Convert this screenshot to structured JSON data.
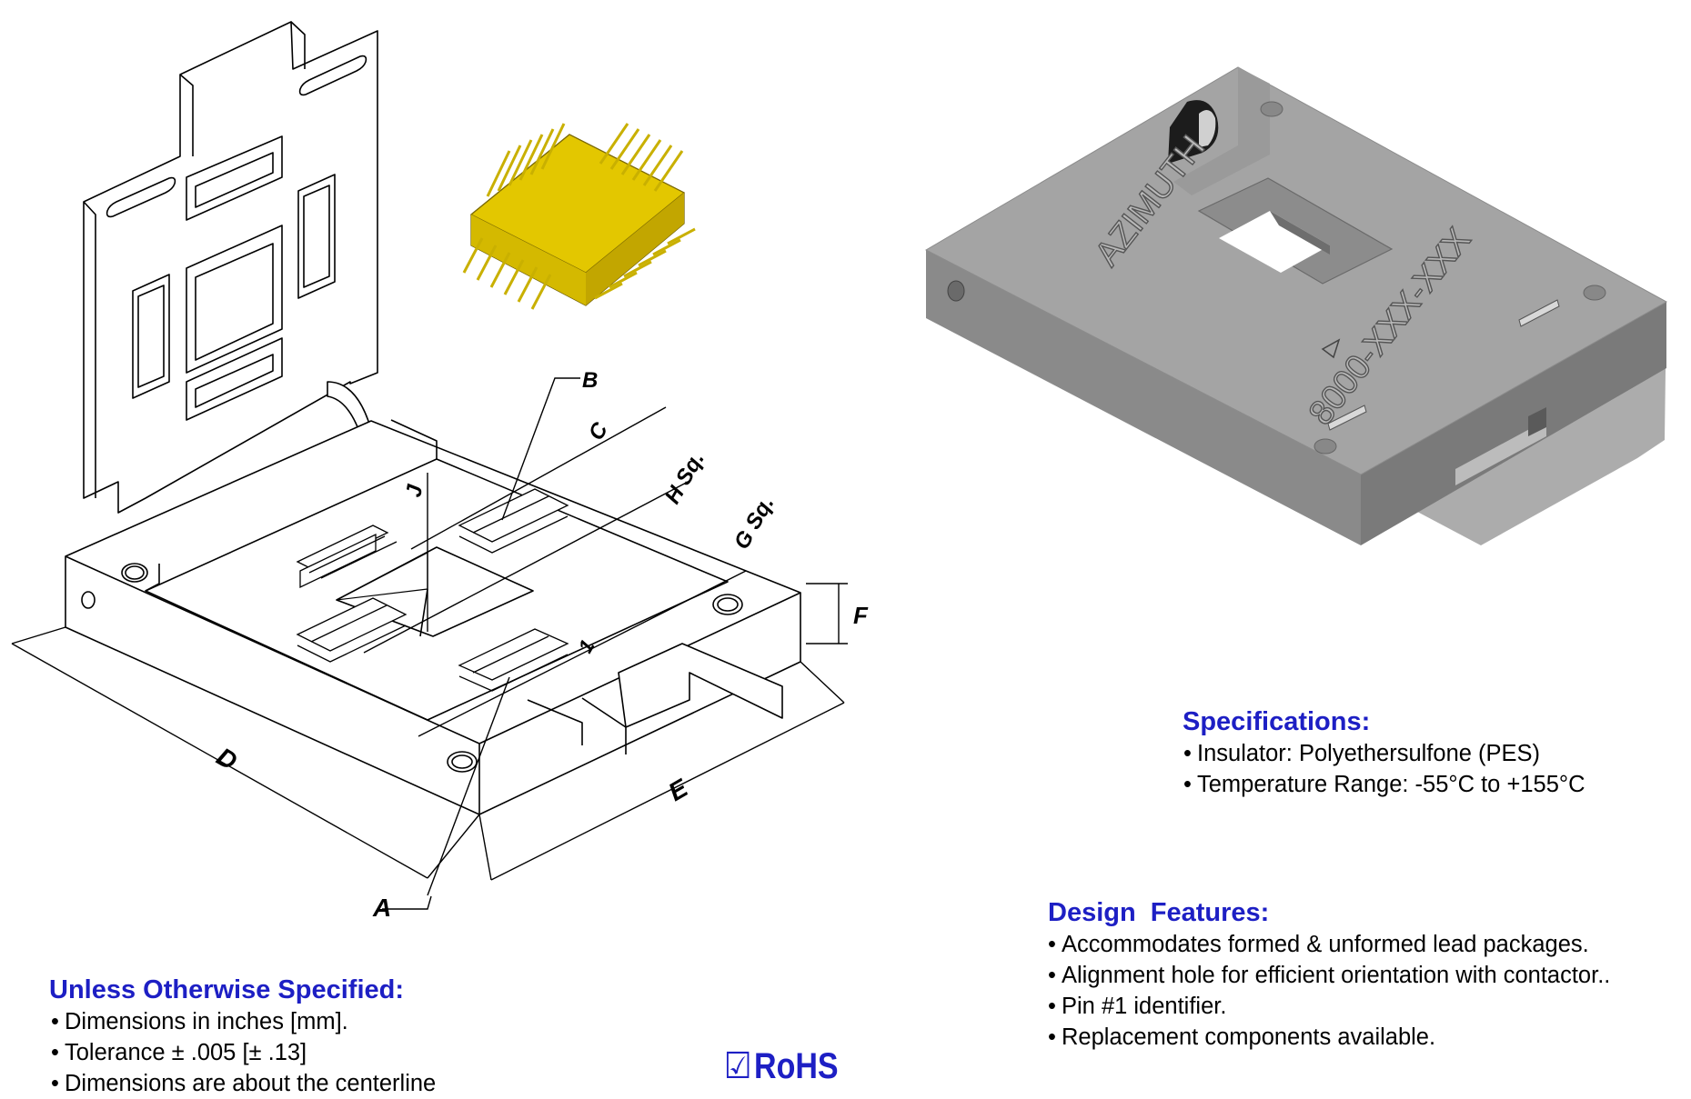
{
  "colors": {
    "heading": "#1d1fc4",
    "package_gold": "#e3c700",
    "socket_gray": "#9a9a9a"
  },
  "drawing": {
    "dimension_labels": {
      "a": "A",
      "b": "B",
      "c": "C",
      "d": "D",
      "e": "E",
      "f": "F",
      "g": "G Sq.",
      "h": "H Sq.",
      "j": "J"
    },
    "pin1_mark": "1"
  },
  "render": {
    "brand": "AZIMUTH",
    "part_number": "8000-XXX-XXX"
  },
  "specifications": {
    "title": "Specifications:",
    "items": [
      "Insulator: Polyethersulfone (PES)",
      "Temperature Range: -55°C to +155°C"
    ]
  },
  "design_features": {
    "title": "Design  Features:",
    "items": [
      "Accommodates formed & unformed lead packages.",
      "Alignment hole for efficient orientation with contactor..",
      "Pin #1 identifier.",
      "Replacement components available."
    ]
  },
  "unless": {
    "title": "Unless Otherwise Specified:",
    "items": [
      "Dimensions in inches [mm].",
      "Tolerance ± .005 [± .13]",
      "Dimensions are about the centerline"
    ]
  },
  "rohs": {
    "check": "☑",
    "label": "RoHS"
  }
}
